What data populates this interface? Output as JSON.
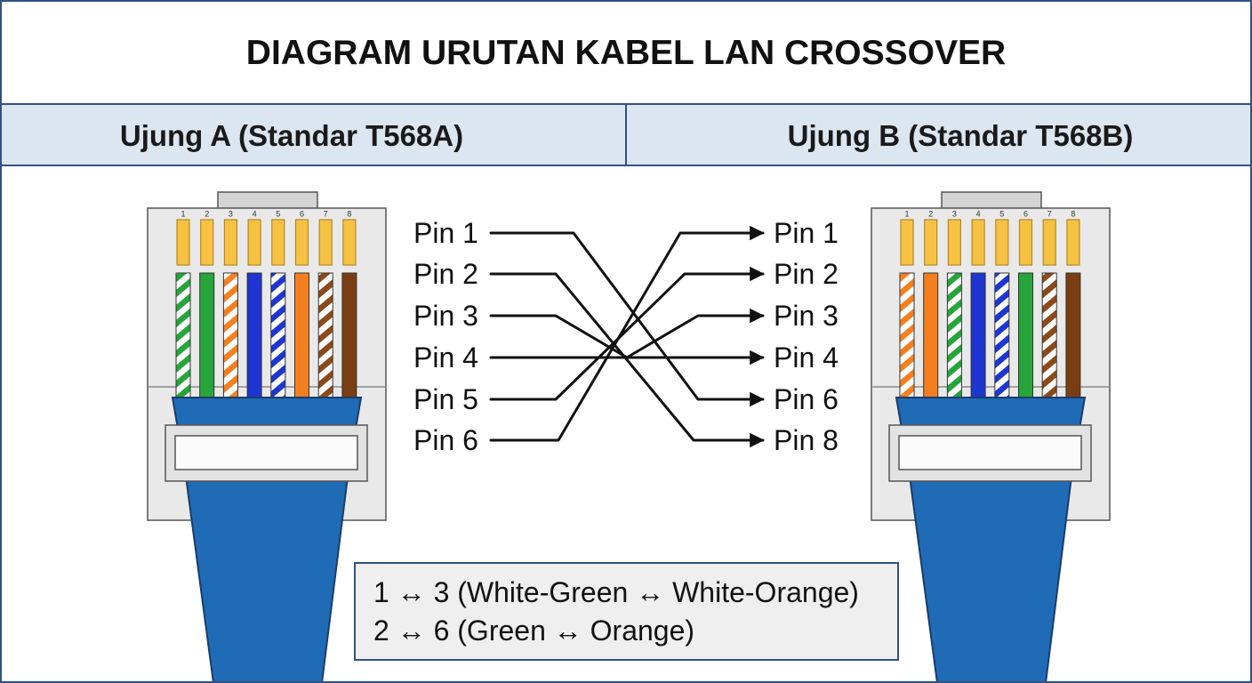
{
  "title": "DIAGRAM URUTAN KABEL LAN CROSSOVER",
  "header": {
    "left": "Ujung A (Standar T568A)",
    "right": "Ujung B (Standar T568B)"
  },
  "colors": {
    "border": "#2f5382",
    "header_background": "#dce6f1",
    "cable": "#1f6bb5",
    "gold_pin": "#f6c244",
    "line": "#111111"
  },
  "connector_a": {
    "pin_numbers": [
      "1",
      "2",
      "3",
      "4",
      "5",
      "6",
      "7",
      "8"
    ],
    "wires": [
      {
        "color": "#25a53a",
        "striped": true
      },
      {
        "color": "#25a53a",
        "striped": false
      },
      {
        "color": "#f47f1f",
        "striped": true
      },
      {
        "color": "#1f35d2",
        "striped": false
      },
      {
        "color": "#1f35d2",
        "striped": true
      },
      {
        "color": "#f47f1f",
        "striped": false
      },
      {
        "color": "#8a4a1c",
        "striped": true
      },
      {
        "color": "#7a3e12",
        "striped": false
      }
    ]
  },
  "connector_b": {
    "pin_numbers": [
      "1",
      "2",
      "3",
      "4",
      "5",
      "6",
      "7",
      "8"
    ],
    "wires": [
      {
        "color": "#f47f1f",
        "striped": true
      },
      {
        "color": "#f47f1f",
        "striped": false
      },
      {
        "color": "#25a53a",
        "striped": true
      },
      {
        "color": "#1f35d2",
        "striped": false
      },
      {
        "color": "#1f35d2",
        "striped": true
      },
      {
        "color": "#25a53a",
        "striped": false
      },
      {
        "color": "#8a4a1c",
        "striped": true
      },
      {
        "color": "#7a3e12",
        "striped": false
      }
    ]
  },
  "pins_left": [
    "Pin 1",
    "Pin 2",
    "Pin 3",
    "Pin 4",
    "Pin 5",
    "Pin 6"
  ],
  "pins_right": [
    "Pin 1",
    "Pin 2",
    "Pin 3",
    "Pin 4",
    "Pin 6",
    "Pin 8"
  ],
  "note": [
    "1 ↔ 3 (White-Green ↔ White-Orange)",
    "2 ↔ 6 (Green ↔ Orange)"
  ]
}
